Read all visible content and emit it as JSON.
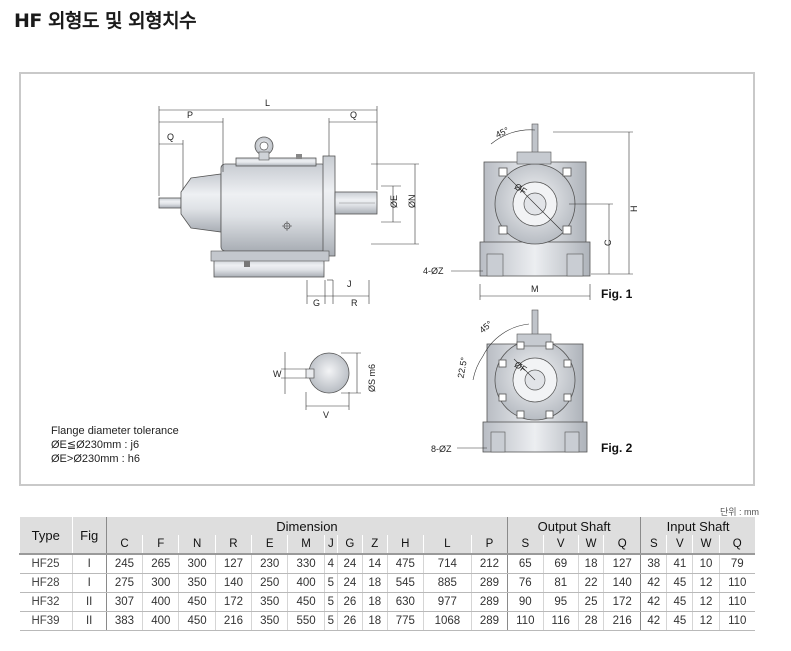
{
  "title": "HF 외형도 및 외형치수",
  "labels": {
    "L": "L",
    "P": "P",
    "Q_top": "Q",
    "Q_left": "Q",
    "E": "ØE",
    "N": "ØN",
    "G": "G",
    "J": "J",
    "R": "R",
    "W": "W",
    "V": "V",
    "S": "ØS m6",
    "deg45_a": "45°",
    "deg45_b": "45°",
    "deg22": "22.5°",
    "F_a": "ØF",
    "F_b": "ØF",
    "H": "H",
    "C": "C",
    "M": "M",
    "z4": "4-ØZ",
    "z8": "8-ØZ",
    "fig1": "Fig. 1",
    "fig2": "Fig. 2"
  },
  "note": {
    "line1": "Flange diameter tolerance",
    "line2": "ØE≦Ø230mm : j6",
    "line3": "ØE>Ø230mm : h6"
  },
  "unit": "단위 : mm",
  "table": {
    "type_header": "Type",
    "fig_header": "Fig",
    "group_dimension": "Dimension",
    "group_output": "Output Shaft",
    "group_input": "Input Shaft",
    "dimension_cols": [
      "C",
      "F",
      "N",
      "R",
      "E",
      "M",
      "J",
      "G",
      "Z",
      "H",
      "L",
      "P"
    ],
    "output_cols": [
      "S",
      "V",
      "W",
      "Q"
    ],
    "input_cols": [
      "S",
      "V",
      "W",
      "Q"
    ],
    "rows": [
      {
        "type": "HF25",
        "fig": "I",
        "dim": [
          "245",
          "265",
          "300",
          "127",
          "230",
          "330",
          "4",
          "24",
          "14",
          "475",
          "714",
          "212"
        ],
        "out": [
          "65",
          "69",
          "18",
          "127"
        ],
        "in": [
          "38",
          "41",
          "10",
          "79"
        ]
      },
      {
        "type": "HF28",
        "fig": "I",
        "dim": [
          "275",
          "300",
          "350",
          "140",
          "250",
          "400",
          "5",
          "24",
          "18",
          "545",
          "885",
          "289"
        ],
        "out": [
          "76",
          "81",
          "22",
          "140"
        ],
        "in": [
          "42",
          "45",
          "12",
          "110"
        ]
      },
      {
        "type": "HF32",
        "fig": "II",
        "dim": [
          "307",
          "400",
          "450",
          "172",
          "350",
          "450",
          "5",
          "26",
          "18",
          "630",
          "977",
          "289"
        ],
        "out": [
          "90",
          "95",
          "25",
          "172"
        ],
        "in": [
          "42",
          "45",
          "12",
          "110"
        ]
      },
      {
        "type": "HF39",
        "fig": "II",
        "dim": [
          "383",
          "400",
          "450",
          "216",
          "350",
          "550",
          "5",
          "26",
          "18",
          "775",
          "1068",
          "289"
        ],
        "out": [
          "110",
          "116",
          "28",
          "216"
        ],
        "in": [
          "42",
          "45",
          "12",
          "110"
        ]
      }
    ]
  }
}
